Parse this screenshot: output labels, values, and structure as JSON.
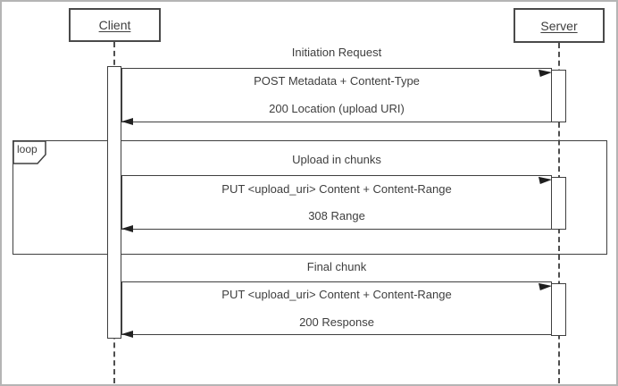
{
  "actors": {
    "client": "Client",
    "server": "Server"
  },
  "loop_frame": {
    "operator": "loop"
  },
  "exchanges": [
    {
      "section_label": "Initiation Request",
      "request": "POST Metadata + Content-Type",
      "response": "200 Location (upload URI)"
    },
    {
      "section_label": "Upload in chunks",
      "request": "PUT <upload_uri> Content + Content-Range",
      "response": "308 Range"
    },
    {
      "section_label": "Final chunk",
      "request": "PUT <upload_uri> Content + Content-Range",
      "response": "200 Response"
    }
  ],
  "colors": {
    "line": "#3f3f3f",
    "text": "#3e3e3e",
    "background": "#ffffff",
    "outer_border": "#b5b5b5"
  }
}
